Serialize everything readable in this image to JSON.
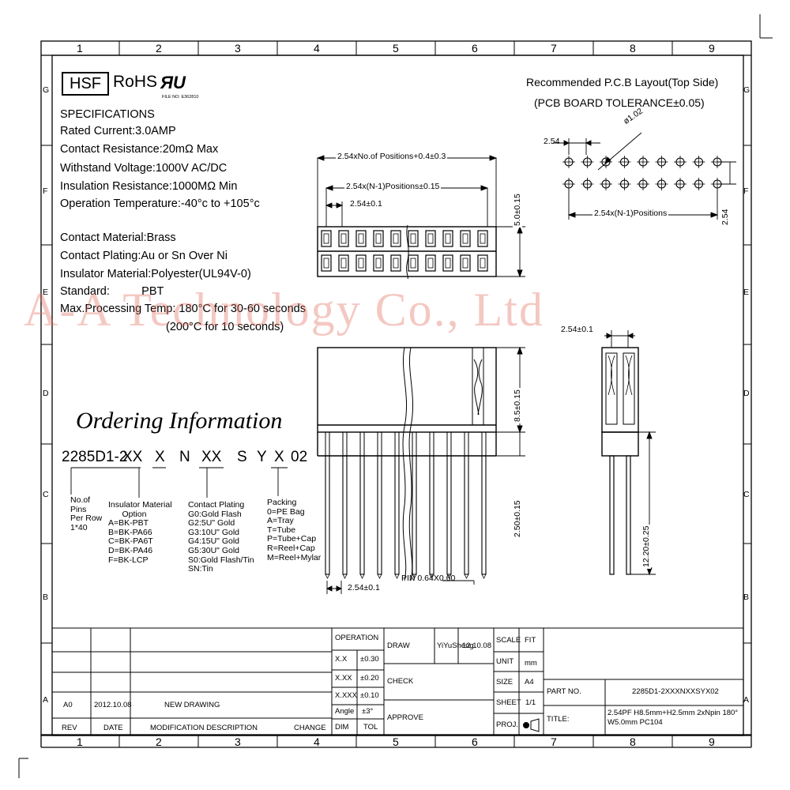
{
  "frame": {
    "column_numbers": [
      "1",
      "2",
      "3",
      "4",
      "5",
      "6",
      "7",
      "8",
      "9"
    ],
    "row_letters": [
      "G",
      "F",
      "E",
      "D",
      "C",
      "B",
      "A"
    ]
  },
  "logos": {
    "hsf": "HSF",
    "rohs": "RoHS",
    "ul": "ЯU",
    "ul_file": "FILE NO: E362810"
  },
  "specifications": {
    "title": "SPECIFICATIONS",
    "lines": [
      "Rated Current:3.0AMP",
      "Contact Resistance:20mΩ Max",
      "Withstand Voltage:1000V AC/DC",
      "Insulation Resistance:1000MΩ Min",
      "Operation Temperature:-40°c to +105°c"
    ],
    "material_lines": [
      "Contact Material:Brass",
      "Contact Plating:Au or Sn Over Ni",
      "Insulator Material:Polyester(UL94V-0)",
      "Standard:          PBT",
      "Max.Processing Temp: 180°C for 30-60 seconds",
      "(200°C for 10 seconds)"
    ]
  },
  "watermark": "A-A Technology Co., Ltd",
  "ordering": {
    "title": "Ordering Information",
    "code_prefix": "2285D1-2",
    "code_parts": [
      "XX",
      "X",
      "N",
      "XX",
      "S",
      "Y",
      "X",
      "02"
    ],
    "pins": "No.of\nPins\nPer Row\n1*40",
    "insulator": "Insulator Material\n      Option\nA=BK-PBT\nB=BK-PA66\nC=BK-PA6T\nD=BK-PA46\nF=BK-LCP",
    "plating": "Contact Plating\nG0:Gold Flash\nG2:5U\" Gold\nG3:10U\" Gold\nG4:15U\" Gold\nG5:30U\" Gold\nS0:Gold Flash/Tin\nSN:Tin",
    "packing": "Packing\n0=PE Bag\nA=Tray\nT=Tube\nP=Tube+Cap\nR=Reel+Cap\nM=Reel+Mylar"
  },
  "pcb": {
    "title": "Recommended P.C.B Layout(Top Side)",
    "tolerance": "(PCB BOARD TOLERANCE±0.05)",
    "pitch": "2.54",
    "hole": "ø1.02",
    "positions": "2.54x(N-1)Positions",
    "row_pitch": "2.54"
  },
  "dimensions": {
    "overall": "2.54xNo.of Positions+0.4±0.3",
    "positions": "2.54x(N-1)Positions±0.15",
    "pitch": "2.54±0.1",
    "width": "5.0±0.15",
    "housing_height": "8.5±0.15",
    "pin_length": "2.50±0.15",
    "pin": "PIN 0.64X0.60",
    "pitch_bottom": "2.54±0.1",
    "side_pitch": "2.54±0.1",
    "total_length": "12.20±0.25"
  },
  "title_block": {
    "operation": "OPERATION",
    "tolerances": [
      [
        "X.X",
        "±0.30"
      ],
      [
        "X.XX",
        "±0.20"
      ],
      [
        "X.XXX",
        "±0.10"
      ],
      [
        "Angle",
        "±3°"
      ]
    ],
    "dim": "DIM",
    "tol": "TOL",
    "draw": "DRAW",
    "drawer": "YiYuSheng",
    "draw_date": "12.10.08",
    "check": "CHECK",
    "approve": "APPROVE",
    "scale": "SCALE",
    "scale_val": "FIT",
    "unit": "UNIT",
    "unit_val": "mm",
    "size": "SIZE",
    "size_val": "A4",
    "sheet": "SHEET",
    "sheet_val": "1/1",
    "proj": "PROJ.",
    "part_no_label": "PART NO.",
    "part_no": "2285D1-2XXXNXXSYX02",
    "title_label": "TITLE:",
    "title_line1": "2.54PF  H8.5mm+H2.5mm  2xNpin  180°",
    "title_line2": "W5.0mm  PC104",
    "rev_header": "REV",
    "date_header": "DATE",
    "mod_header": "MODIFICATION  DESCRIPTION",
    "change_header": "CHANGE",
    "rev": "A0",
    "rev_date": "2012.10.08",
    "rev_desc": "NEW DRAWING"
  }
}
